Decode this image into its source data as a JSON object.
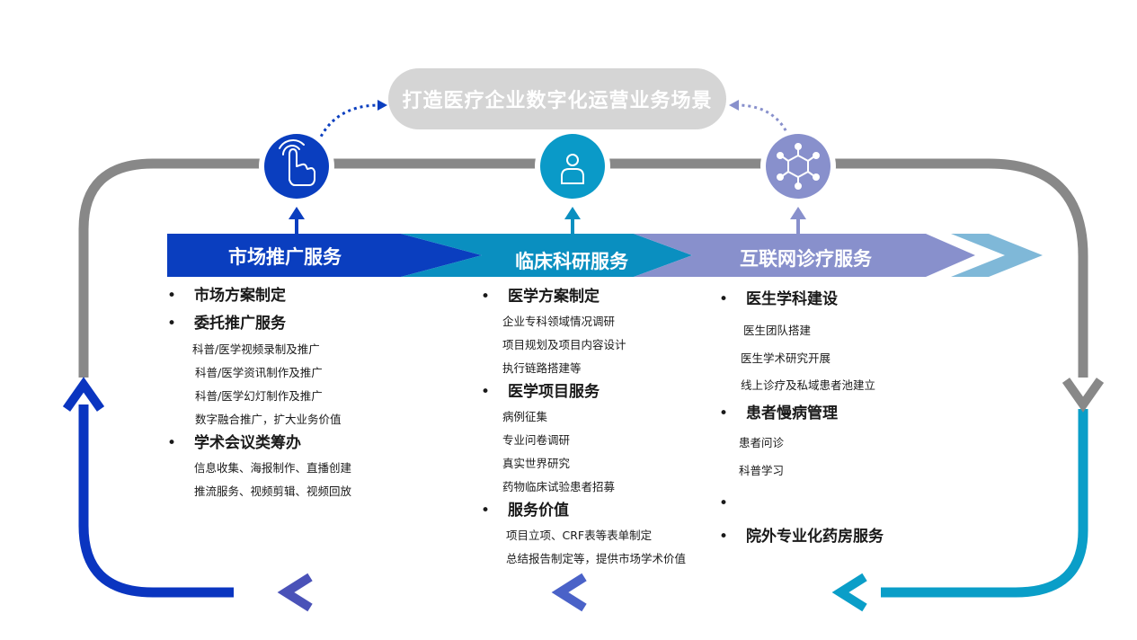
{
  "title": "打造医疗企业数字化运营业务场景",
  "icons": [
    "hand-touch-icon",
    "person-icon",
    "network-icon"
  ],
  "colors": {
    "blue": "#0a3ebf",
    "teal": "#0a8fc0",
    "lavender": "#8890cc",
    "gray": "#888888",
    "title_bg": "#d5d5d5",
    "light_arrow": "#7fb8d8"
  },
  "columns": [
    {
      "title": "市场推广服务",
      "groups": [
        {
          "heading": "市场方案制定",
          "items": []
        },
        {
          "heading": "委托推广服务",
          "items": [
            "科普/医学视频录制及推广",
            "科普/医学资讯制作及推广",
            "科普/医学幻灯制作及推广",
            "数字融合推广，扩大业务价值"
          ]
        },
        {
          "heading": "学术会议类筹办",
          "items": [
            "信息收集、海报制作、直播创建",
            "推流服务、视频剪辑、视频回放"
          ]
        }
      ]
    },
    {
      "title": "临床科研服务",
      "groups": [
        {
          "heading": "医学方案制定",
          "items": [
            "企业专科领域情况调研",
            "项目规划及项目内容设计",
            "执行链路搭建等"
          ]
        },
        {
          "heading": "医学项目服务",
          "items": [
            "病例征集",
            "专业问卷调研",
            "真实世界研究",
            "药物临床试验患者招募"
          ]
        },
        {
          "heading": "服务价值",
          "items": [
            "项目立项、CRF表等表单制定",
            "总结报告制定等，提供市场学术价值"
          ]
        }
      ]
    },
    {
      "title": "互联网诊疗服务",
      "groups": [
        {
          "heading": "医生学科建设",
          "items": [
            "医生团队搭建",
            "医生学术研究开展",
            "线上诊疗及私域患者池建立"
          ]
        },
        {
          "heading": "患者慢病管理",
          "items": [
            "患者问诊",
            "科普学习"
          ]
        },
        {
          "heading": "院外专业化药房服务",
          "items": []
        }
      ]
    }
  ]
}
